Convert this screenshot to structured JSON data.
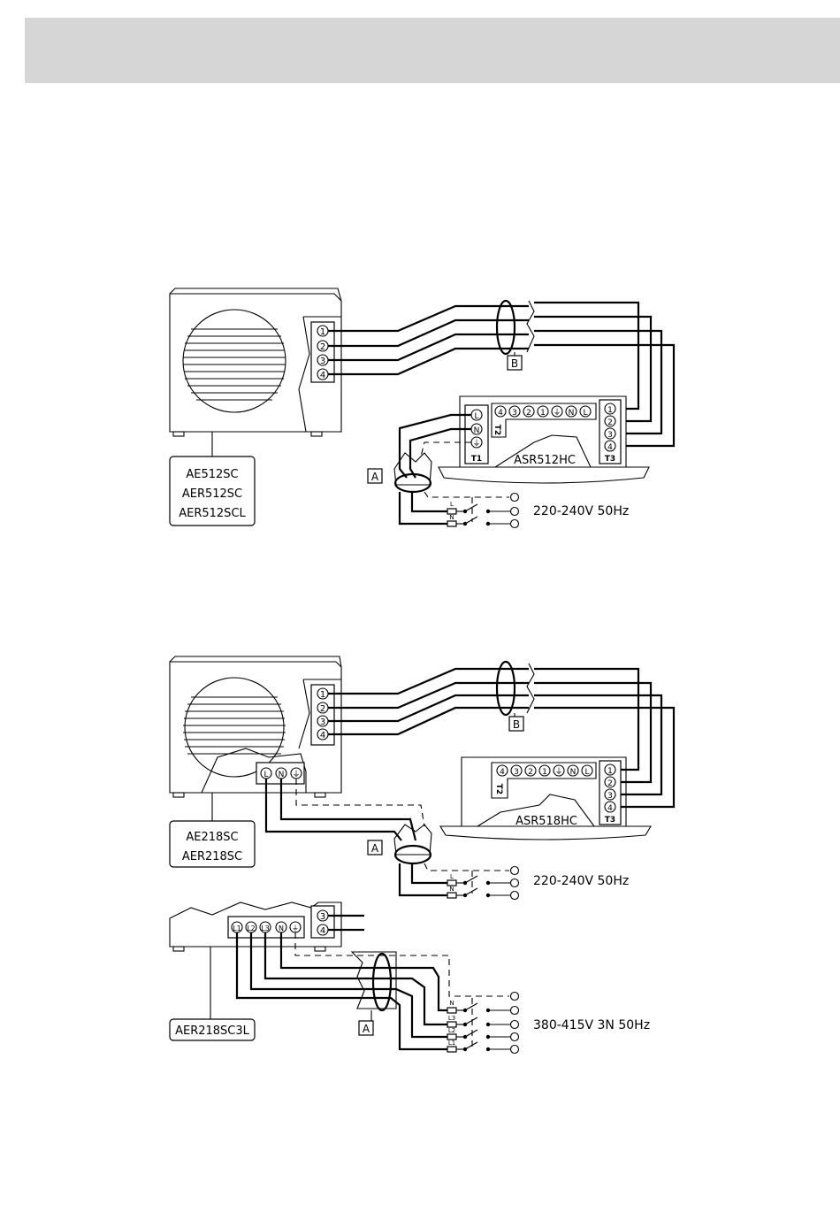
{
  "diagram1": {
    "models": [
      "AE512SC",
      "AER512SC",
      "AER512SCL"
    ],
    "indoor_model": "ASR512HC",
    "outdoor_terminals": [
      "1",
      "2",
      "3",
      "4"
    ],
    "t1_terminals": [
      "L",
      "N",
      "⏚"
    ],
    "t1_label": "T1",
    "t2_terminals": [
      "4",
      "3",
      "2",
      "1",
      "⏚",
      "N",
      "L"
    ],
    "t2_label": "T2",
    "t3_terminals": [
      "1",
      "2",
      "3",
      "4"
    ],
    "t3_label": "T3",
    "cable_a": "A",
    "cable_b": "B",
    "supply": "220-240V 50Hz",
    "fuse_labels": [
      "L",
      "N"
    ]
  },
  "diagram2": {
    "models": [
      "AE218SC",
      "AER218SC"
    ],
    "indoor_model": "ASR518HC",
    "outdoor_terminals": [
      "1",
      "2",
      "3",
      "4"
    ],
    "power_terminals": [
      "L",
      "N",
      "⏚"
    ],
    "t2_terminals": [
      "4",
      "3",
      "2",
      "1",
      "⏚",
      "N",
      "L"
    ],
    "t2_label": "T2",
    "t3_terminals": [
      "1",
      "2",
      "3",
      "4"
    ],
    "t3_label": "T3",
    "cable_a": "A",
    "cable_b": "B",
    "supply": "220-240V 50Hz",
    "fuse_labels": [
      "L",
      "N"
    ]
  },
  "diagram3": {
    "models": [
      "AER218SC3L"
    ],
    "terminals_signal": [
      "3",
      "4"
    ],
    "power_terminals": [
      "L1",
      "L2",
      "L3",
      "N",
      "⏚"
    ],
    "cable_a": "A",
    "supply": "380-415V 3N 50Hz",
    "fuse_labels": [
      "N",
      "L3",
      "L2",
      "L1"
    ]
  }
}
